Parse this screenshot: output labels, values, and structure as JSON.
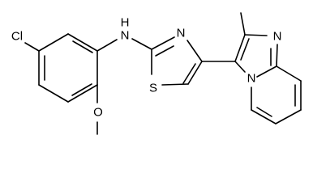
{
  "structure": {
    "atoms": {
      "chlorine": "Cl",
      "amine_nitrogen": "N",
      "amine_hydrogen": "H",
      "methoxy_oxygen": "O",
      "thiazole_nitrogen": "N",
      "thiazole_sulfur": "S",
      "imidazole_nitrogen": "N",
      "bridgehead_nitrogen": "N"
    }
  }
}
